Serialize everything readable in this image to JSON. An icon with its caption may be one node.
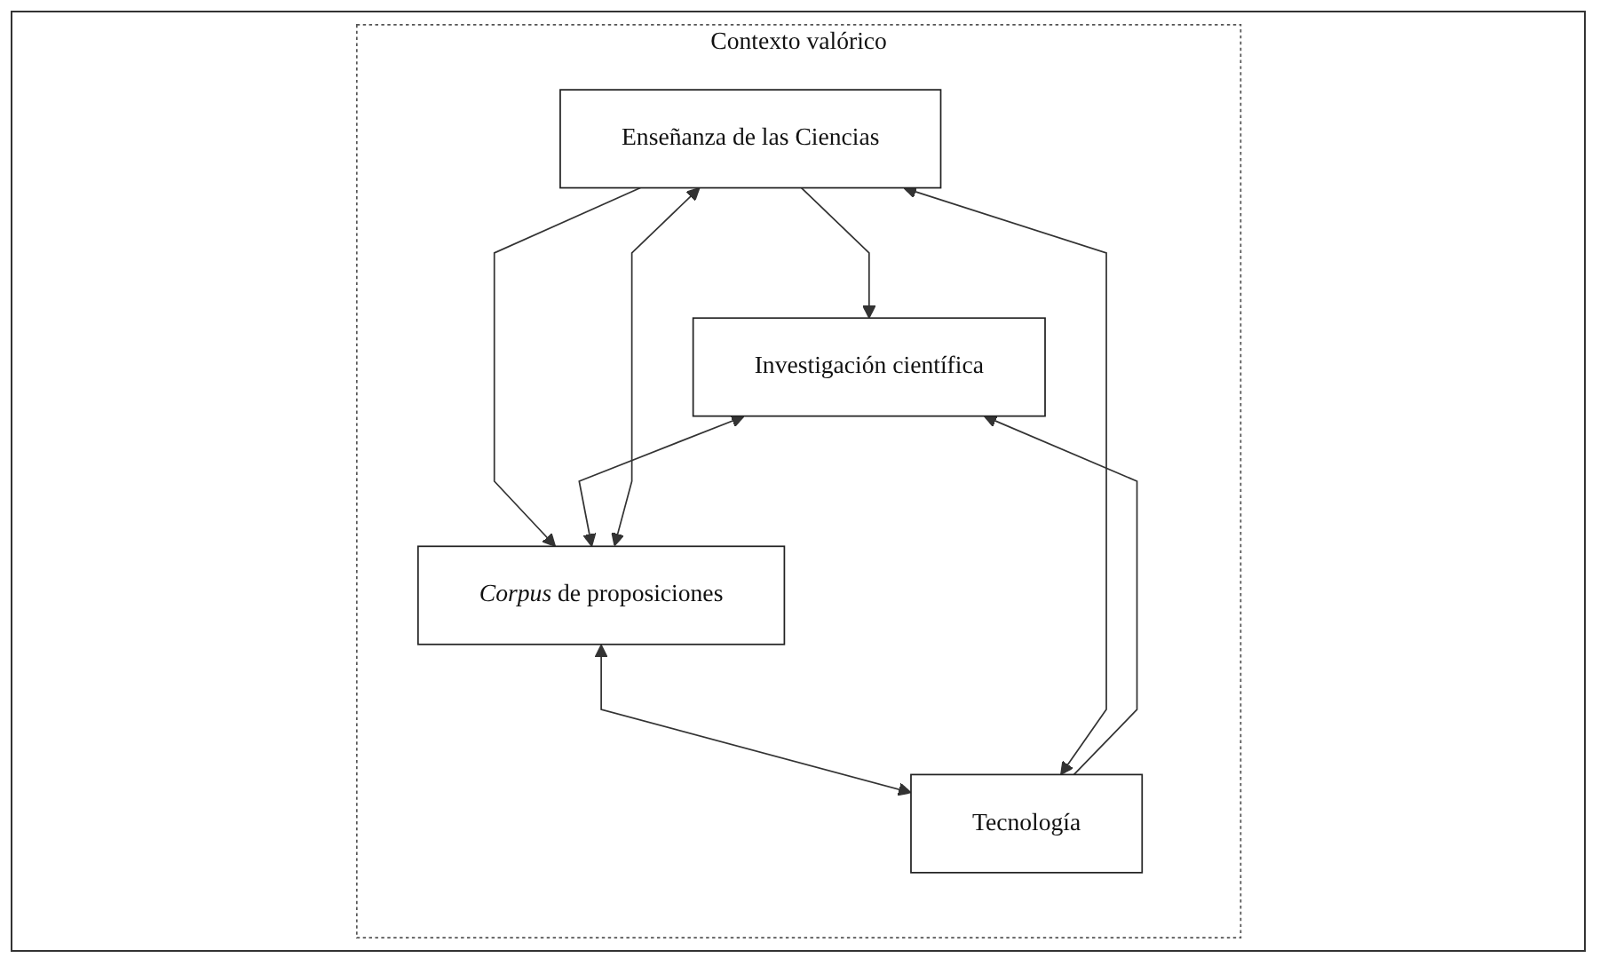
{
  "diagram": {
    "nodes": [
      {
        "text": [
          "Contexto valórico"
        ]
      },
      {
        "text": [
          "Enseñanza de las Ciencias"
        ],
        "in": 0
      },
      {
        "text": [
          "Investigación científica"
        ],
        "in": 0
      },
      {
        "text": [
          "*Corpus* de proposiciones"
        ],
        "in": 0
      },
      {
        "text": [
          "Tecnología"
        ],
        "in": 0
      }
    ],
    "edges": [
      {
        "from": 1,
        "to": 2,
        "arrow": "to"
      },
      {
        "from": 1,
        "to": 3,
        "arrow": "to"
      },
      {
        "from": 2,
        "to": 3,
        "arrow": "both"
      },
      {
        "from": 3,
        "to": 1,
        "arrow": "both"
      },
      {
        "from": 3,
        "to": 4,
        "arrow": "both"
      },
      {
        "from": 1,
        "to": 4,
        "arrow": "both"
      },
      {
        "from": 4,
        "to": 2,
        "arrow": "to"
      }
    ]
  }
}
